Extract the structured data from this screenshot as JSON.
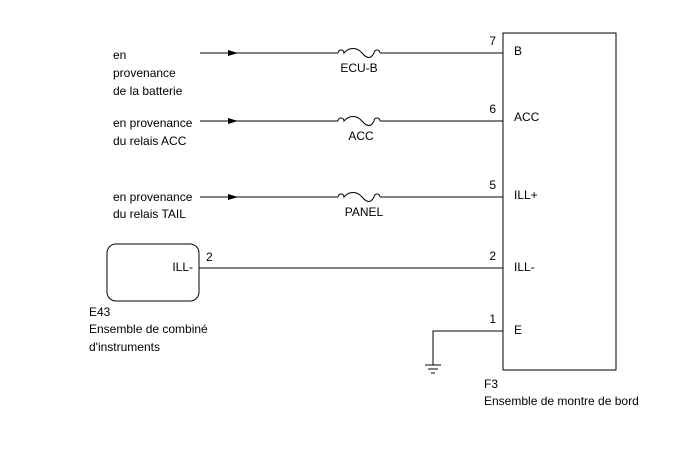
{
  "sources": {
    "battery": [
      "en",
      "provenance",
      "de la batterie"
    ],
    "acc_relay": [
      "en provenance",
      "du relais ACC"
    ],
    "tail_relay": [
      "en provenance",
      "du relais TAIL"
    ]
  },
  "fuses": {
    "ecu_b": "ECU-B",
    "acc": "ACC",
    "panel": "PANEL"
  },
  "clock": {
    "connector": "F3",
    "name": "Ensemble de montre de bord",
    "pins": [
      {
        "number": "7",
        "label": "B"
      },
      {
        "number": "6",
        "label": "ACC"
      },
      {
        "number": "5",
        "label": "ILL+"
      },
      {
        "number": "2",
        "label": "ILL-"
      },
      {
        "number": "1",
        "label": "E"
      }
    ]
  },
  "meter": {
    "connector": "E43",
    "name_line1": "Ensemble de combiné",
    "name_line2": "d'instruments",
    "pin_number": "2",
    "pin_label": "ILL-"
  }
}
